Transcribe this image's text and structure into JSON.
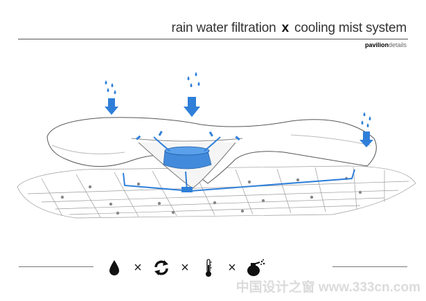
{
  "header": {
    "title_part1": "rain water filtration",
    "title_x": "x",
    "title_part2": "cooling mist system",
    "subtitle_bold": "pavilion",
    "subtitle_light": "details"
  },
  "legend": {
    "icons": [
      "water-drop-icon",
      "recycle-icon",
      "thermometer-icon",
      "mist-sprayer-icon"
    ],
    "separator": "×"
  },
  "watermark": "中国设计之窗 www.333cn.com",
  "colors": {
    "accent": "#2f7fd9",
    "text": "#333333",
    "rule": "#555555"
  }
}
